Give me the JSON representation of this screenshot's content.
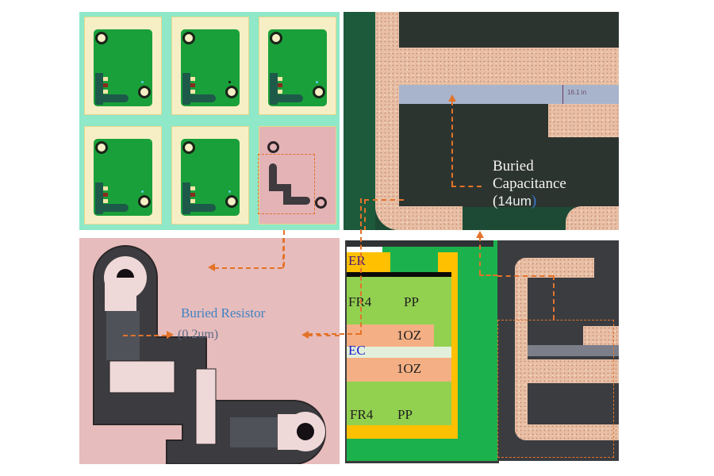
{
  "figure": {
    "panels": [
      {
        "id": "coupons",
        "description": "PCB test coupons with embedded resistor (5 green boards, 1 exposed pink resistor layer)"
      },
      {
        "id": "capacitance-micrograph",
        "description": "Cross-section micrograph of buried capacitance layer"
      },
      {
        "id": "resistor-closeup",
        "description": "Close-up of buried resistor pattern"
      },
      {
        "id": "stackup",
        "description": "Layer stack-up diagram"
      },
      {
        "id": "resistor-micrograph",
        "description": "Cross-section micrograph of buried resistor layer"
      }
    ],
    "labels": {
      "capacitance_title_line1": "Buried",
      "capacitance_title_line2": "Capacitance",
      "capacitance_thickness_open": "(",
      "capacitance_thickness": "14um",
      "capacitance_thickness_close": ")",
      "micrograph_scale_text": "16.1 in",
      "resistor_title": "Buried Resistor",
      "resistor_thickness": "(0.2um)"
    },
    "stackup": {
      "layers": [
        {
          "name": "ER",
          "color": "#ffc000"
        },
        {
          "name": "FR4",
          "sublabel": "PP",
          "color": "#92d050"
        },
        {
          "name": "1OZ",
          "color": "#f4b084"
        },
        {
          "name": "EC",
          "color": "#e2efda"
        },
        {
          "name": "1OZ",
          "color": "#f4b084"
        },
        {
          "name": "FR4",
          "sublabel": "PP",
          "color": "#92d050"
        }
      ],
      "labels": {
        "er": "ER",
        "fr4_top": "FR4",
        "pp_top": "PP",
        "oz_top": "1OZ",
        "ec": "EC",
        "oz_bottom": "1OZ",
        "fr4_bottom": "FR4",
        "pp_bottom": "PP"
      }
    },
    "colors": {
      "connector": "#e3732a",
      "solder_mask_green": "#1aa03a",
      "copper": "#e8bfa4",
      "resistor_pink": "#e7bcbc",
      "er_label": "#4a1a7a",
      "ec_label": "#1a1ac8",
      "resistor_label": "#3f83c4"
    }
  }
}
